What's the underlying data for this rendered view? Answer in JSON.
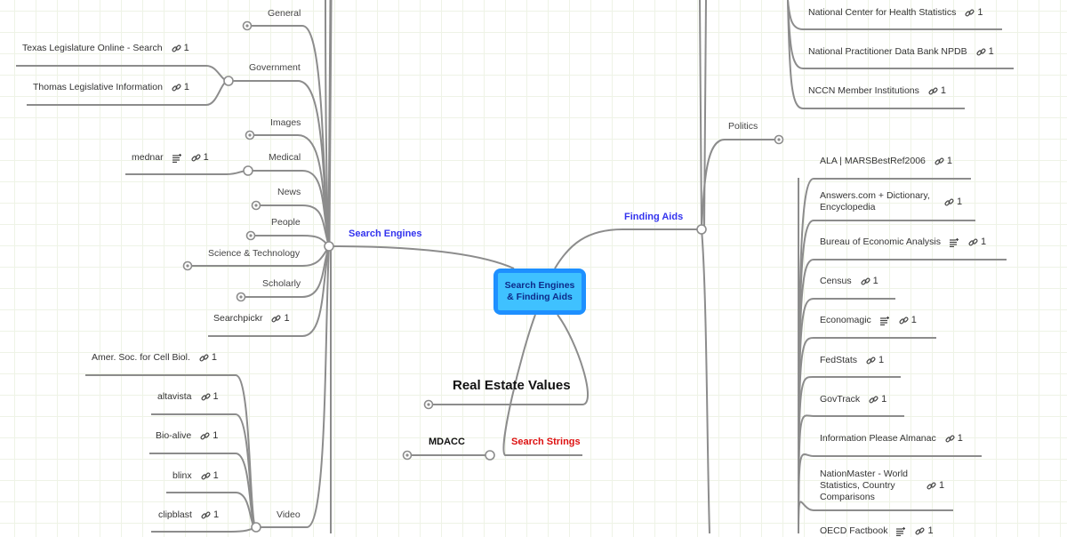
{
  "central": {
    "title_line1": "Search Engines",
    "title_line2": "& Finding Aids",
    "color": "#1e90ff"
  },
  "branches": {
    "search_engines": {
      "label": "Search Engines",
      "color": "#3333ee"
    },
    "finding_aids": {
      "label": "Finding Aids",
      "color": "#3333ee"
    },
    "real_estate": {
      "label": "Real Estate Values"
    },
    "search_strings": {
      "label": "Search Strings",
      "color": "#dd1111"
    },
    "mdacc": {
      "label": "MDACC"
    }
  },
  "search_engines_children": [
    {
      "label": "General",
      "collapsed": true
    },
    {
      "label": "Government"
    },
    {
      "label": "Images",
      "collapsed": true
    },
    {
      "label": "Medical"
    },
    {
      "label": "News",
      "collapsed": true
    },
    {
      "label": "People",
      "collapsed": true
    },
    {
      "label": "Science & Technology",
      "collapsed": true
    },
    {
      "label": "Scholarly",
      "collapsed": true
    },
    {
      "label": "Searchpickr",
      "links": "1"
    },
    {
      "label": "Video"
    }
  ],
  "government_children": [
    {
      "label": "Texas Legislature Online - Search",
      "links": "1"
    },
    {
      "label": "Thomas Legislative Information",
      "links": "1"
    }
  ],
  "medical_children": [
    {
      "label": "mednar",
      "has_note": true,
      "links": "1"
    }
  ],
  "video_children": [
    {
      "label": "Amer. Soc. for Cell Biol.",
      "links": "1"
    },
    {
      "label": "altavista",
      "links": "1"
    },
    {
      "label": "Bio-alive",
      "links": "1"
    },
    {
      "label": "blinx",
      "links": "1"
    },
    {
      "label": "clipblast",
      "links": "1"
    }
  ],
  "finding_aids_upper": [
    {
      "label": "National Center for Health Statistics",
      "links": "1"
    },
    {
      "label": "National Practitioner Data Bank NPDB",
      "links": "1"
    },
    {
      "label": "NCCN Member Institutions",
      "links": "1"
    }
  ],
  "politics": {
    "label": "Politics",
    "collapsed": true
  },
  "politics_children": [
    {
      "label": "ALA | MARSBestRef2006",
      "links": "1"
    },
    {
      "label": "Answers.com + Dictionary, Encyclopedia",
      "links": "1"
    },
    {
      "label": "Bureau of Economic Analysis",
      "has_note": true,
      "links": "1"
    },
    {
      "label": "Census",
      "links": "1"
    },
    {
      "label": "Economagic",
      "has_note": true,
      "links": "1"
    },
    {
      "label": "FedStats",
      "links": "1"
    },
    {
      "label": "GovTrack",
      "links": "1"
    },
    {
      "label": "Information Please Almanac",
      "links": "1"
    },
    {
      "label": "NationMaster - World Statistics, Country Comparisons",
      "links": "1"
    },
    {
      "label": "OECD Factbook",
      "has_note": true,
      "links": "1"
    }
  ]
}
